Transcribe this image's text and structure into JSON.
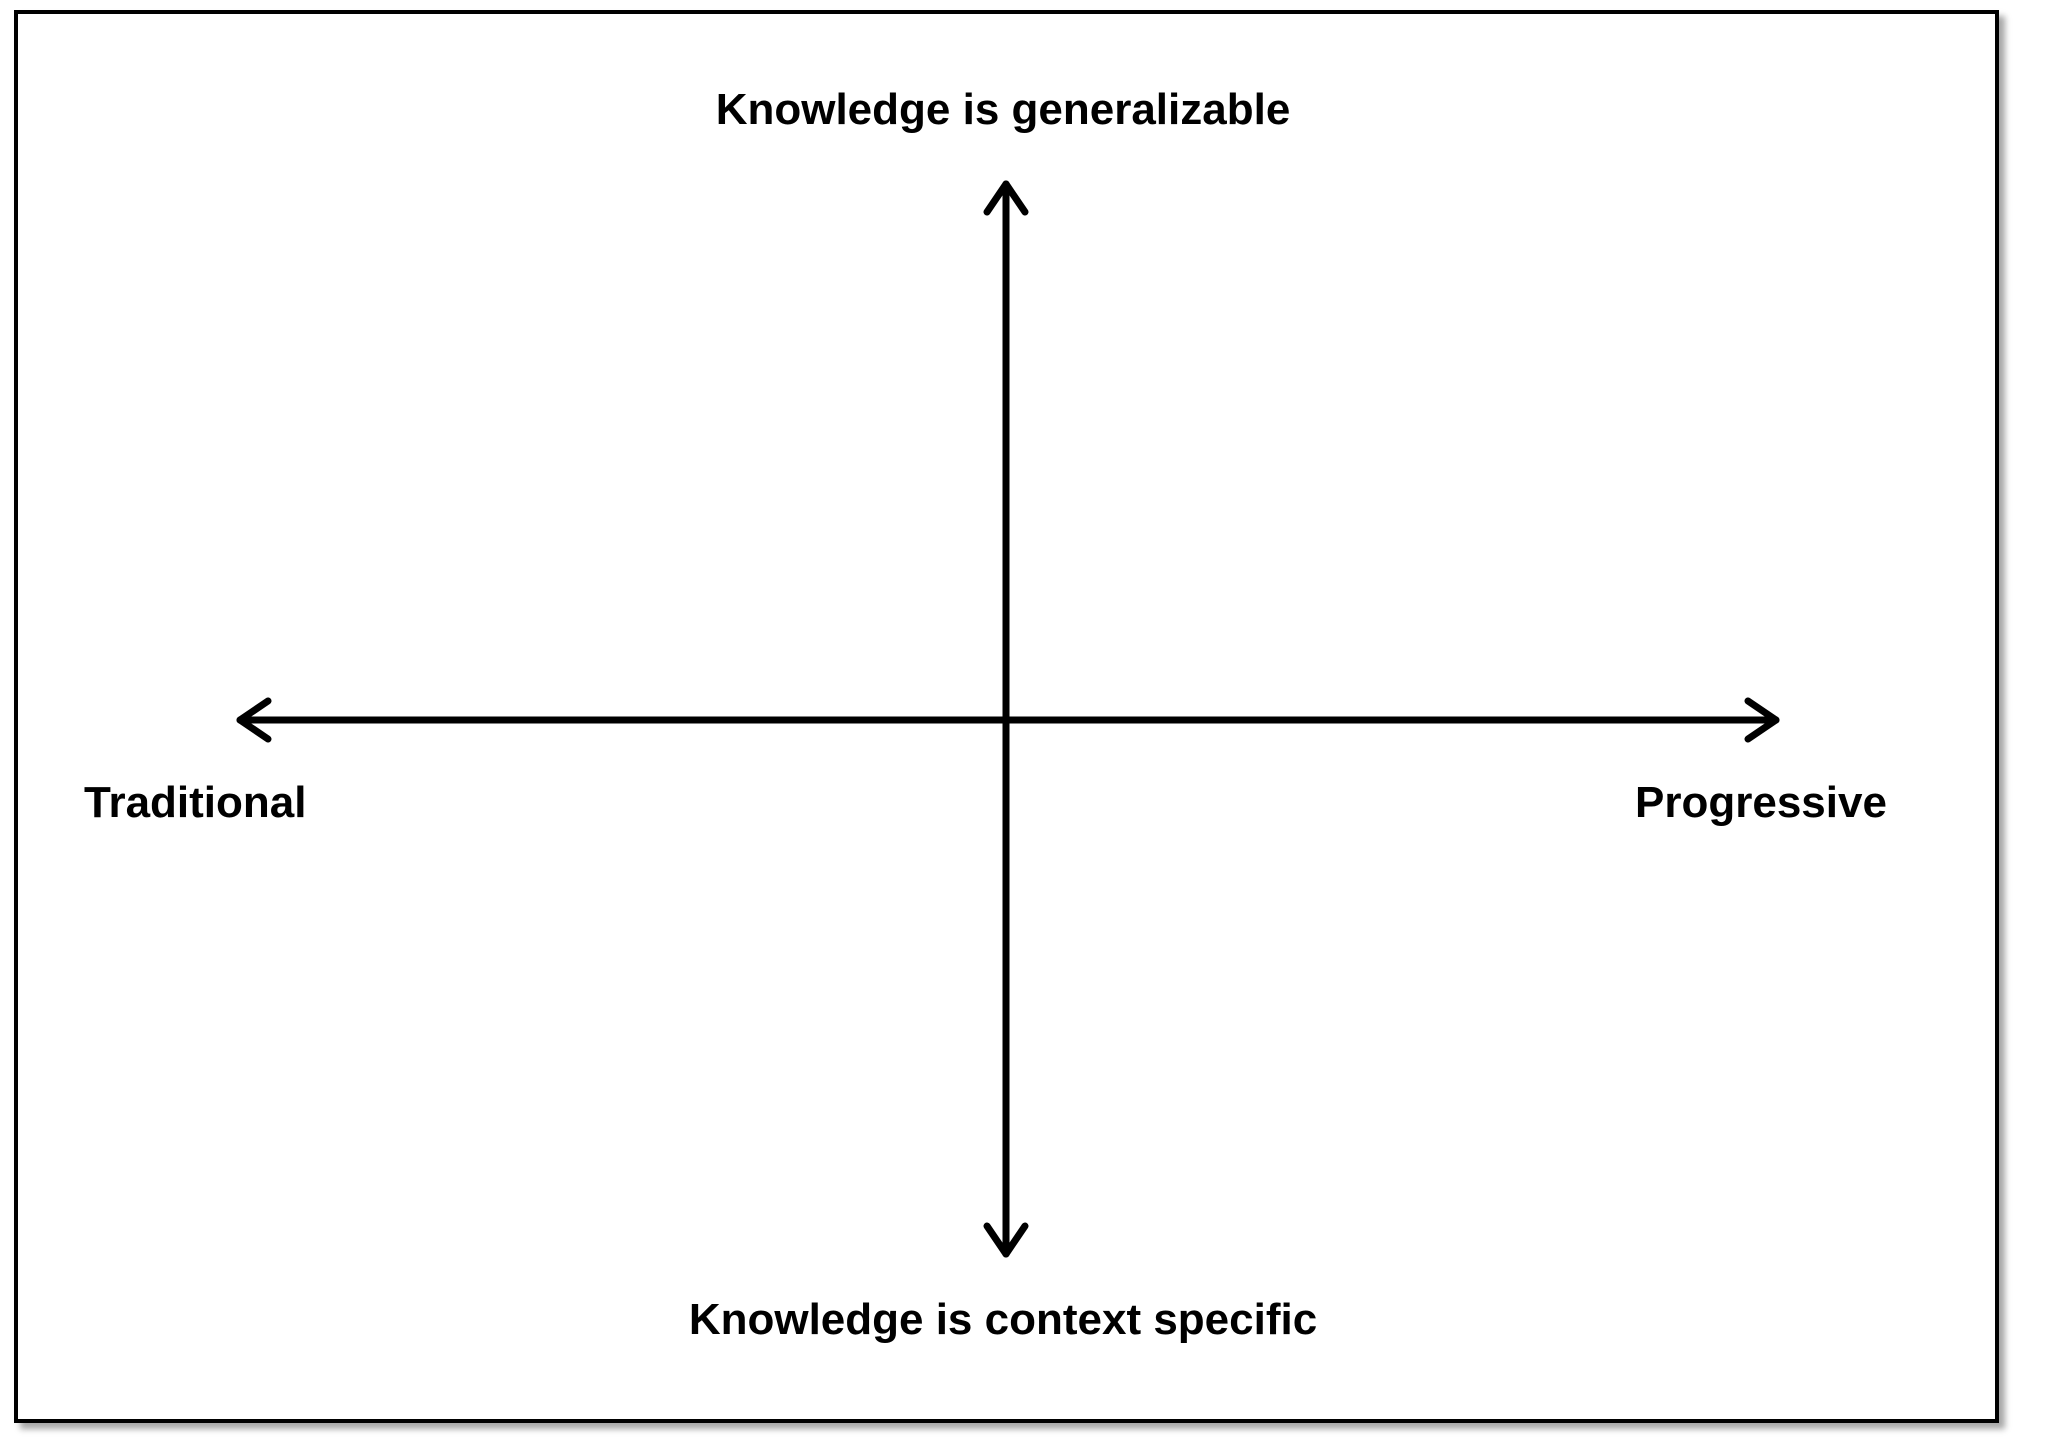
{
  "diagram": {
    "top_label": "Knowledge is generalizable",
    "bottom_label": "Knowledge is context specific",
    "left_label": "Traditional",
    "right_label": "Progressive",
    "line_color": "#000000",
    "text_color": "#000000"
  }
}
